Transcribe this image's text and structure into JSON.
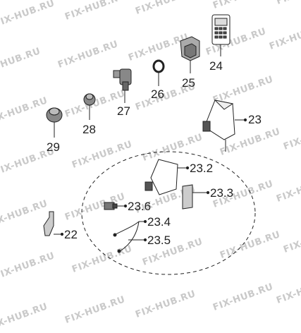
{
  "watermark": "FIX-HUB.RU",
  "parts": {
    "p24": {
      "label": "24"
    },
    "p25": {
      "label": "25"
    },
    "p26": {
      "label": "26"
    },
    "p27": {
      "label": "27"
    },
    "p28": {
      "label": "28"
    },
    "p29": {
      "label": "29"
    },
    "p23": {
      "label": "23"
    },
    "p23_2": {
      "label": "23.2"
    },
    "p23_3": {
      "label": "23.3"
    },
    "p23_6": {
      "label": "23.6"
    },
    "p23_4": {
      "label": "23.4"
    },
    "p23_5": {
      "label": "23.5"
    },
    "p22": {
      "label": "22"
    }
  },
  "colors": {
    "line": "#222222",
    "watermark": "#c9c9c9",
    "background": "#ffffff"
  }
}
